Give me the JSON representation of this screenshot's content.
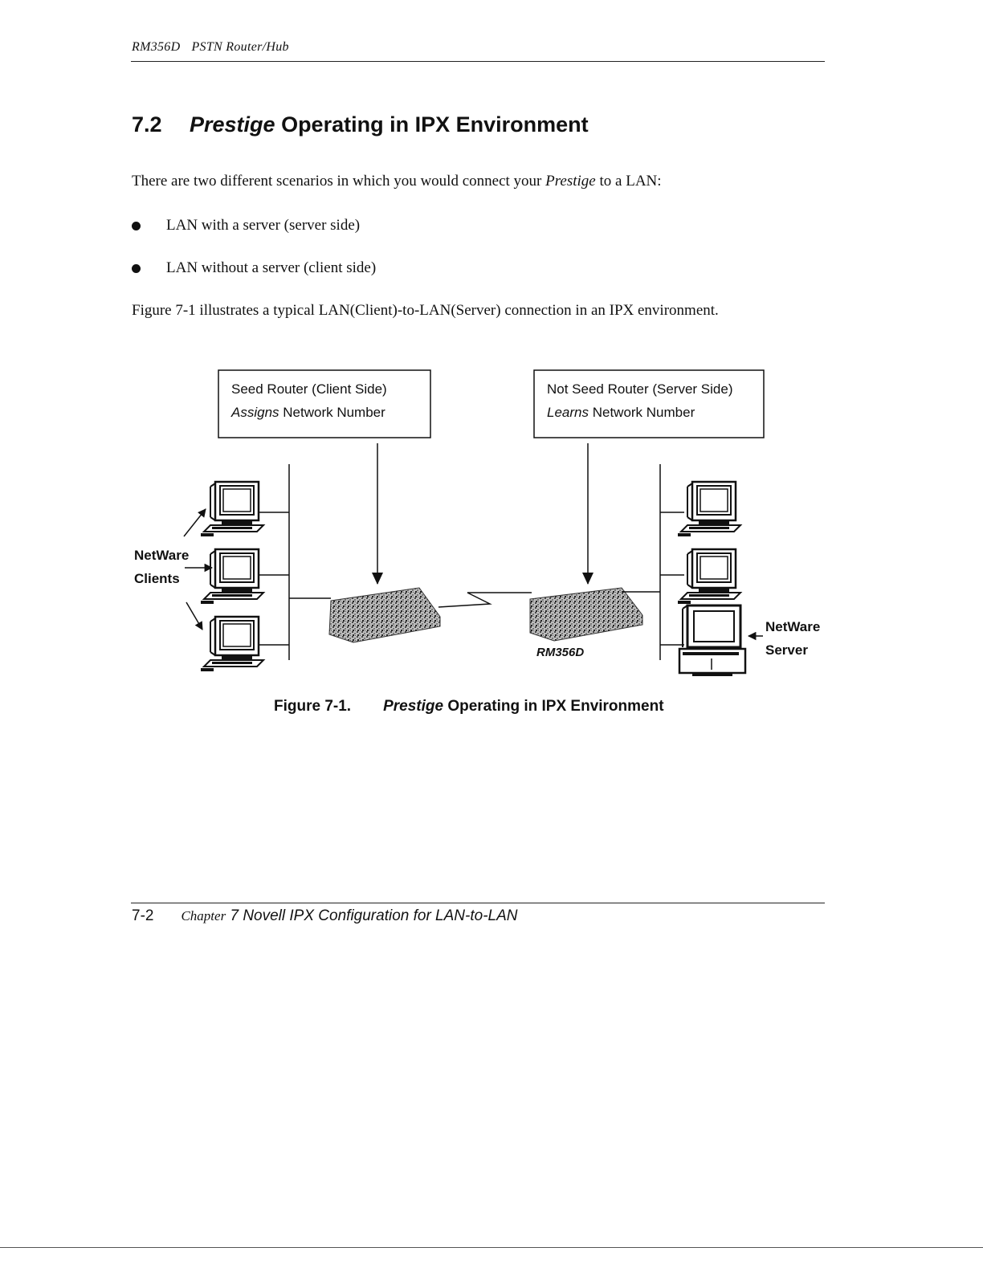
{
  "header": {
    "doc_id": "RM356D",
    "doc_title": "PSTN Router/Hub"
  },
  "section": {
    "number": "7.2",
    "title_italic": "Prestige",
    "title_rest": " Operating in IPX Environment"
  },
  "intro": {
    "before": "There are two different scenarios in which you would connect your ",
    "italic": "Prestige",
    "after": " to a LAN:"
  },
  "bullets": [
    "LAN with a server (server side)",
    "LAN without a server (client side)"
  ],
  "figure_reference": "Figure 7-1 illustrates a typical LAN(Client)-to-LAN(Server) connection in an IPX environment.",
  "diagram": {
    "left_box": {
      "line1": "Seed Router (Client Side)",
      "line2_italic": "Assigns",
      "line2_rest": " Network Number"
    },
    "right_box": {
      "line1": "Not Seed Router (Server Side)",
      "line2_italic": "Learns",
      "line2_rest": " Network Number"
    },
    "clients_label": [
      "NetWare",
      "Clients"
    ],
    "server_label": [
      "NetWare",
      "Server"
    ],
    "router_label": "RM356D"
  },
  "figure_caption": {
    "number": "Figure 7-1.",
    "title_italic": "Prestige",
    "title_rest": " Operating in IPX Environment"
  },
  "footer": {
    "page": "7-2",
    "chapter_word": "Chapter",
    "chapter_rest": " 7 Novell IPX Configuration for LAN-to-LAN"
  }
}
